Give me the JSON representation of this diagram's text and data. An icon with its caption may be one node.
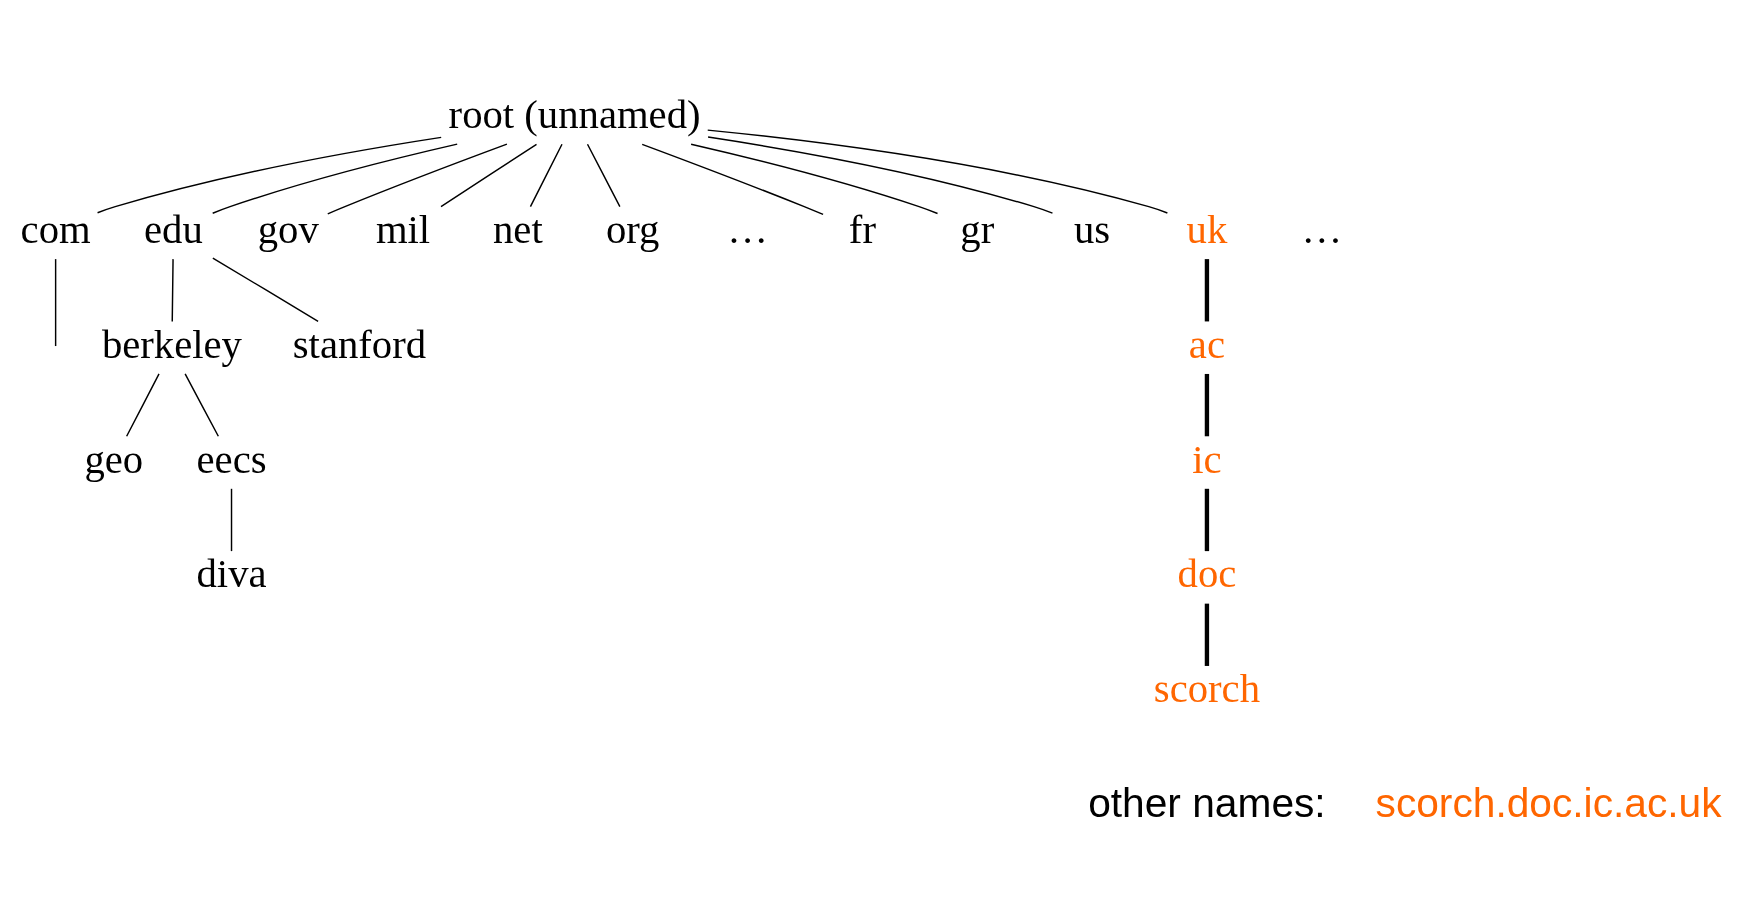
{
  "diagram": {
    "nodes": [
      {
        "text": [
          "root (unnamed)"
        ]
      },
      {
        "text": [
          "com"
        ]
      },
      {
        "text": [
          "edu"
        ]
      },
      {
        "text": [
          "gov"
        ]
      },
      {
        "text": [
          "mil"
        ]
      },
      {
        "text": [
          "net"
        ]
      },
      {
        "text": [
          "org"
        ]
      },
      {
        "text": [
          "fr"
        ]
      },
      {
        "text": [
          "gr"
        ]
      },
      {
        "text": [
          "us"
        ]
      },
      {
        "text": [
          "uk"
        ]
      },
      {
        "text": [
          "berkeley"
        ]
      },
      {
        "text": [
          "stanford"
        ]
      },
      {
        "text": [
          "geo"
        ]
      },
      {
        "text": [
          "eecs"
        ]
      },
      {
        "text": [
          "diva"
        ]
      },
      {
        "text": [
          "ac"
        ]
      },
      {
        "text": [
          "ic"
        ]
      },
      {
        "text": [
          "doc"
        ]
      },
      {
        "text": [
          "scorch"
        ]
      }
    ],
    "edges": [
      {
        "from": 0,
        "to": 1,
        "arrow": "none"
      },
      {
        "from": 0,
        "to": 2,
        "arrow": "none"
      },
      {
        "from": 0,
        "to": 3,
        "arrow": "none"
      },
      {
        "from": 0,
        "to": 4,
        "arrow": "none"
      },
      {
        "from": 0,
        "to": 5,
        "arrow": "none"
      },
      {
        "from": 0,
        "to": 6,
        "arrow": "none"
      },
      {
        "from": 0,
        "to": 7,
        "arrow": "none"
      },
      {
        "from": 0,
        "to": 8,
        "arrow": "none"
      },
      {
        "from": 0,
        "to": 9,
        "arrow": "none"
      },
      {
        "from": 0,
        "to": 10,
        "arrow": "none"
      },
      {
        "from": 1,
        "to": null,
        "arrow": "none"
      },
      {
        "from": 2,
        "to": 11,
        "arrow": "none"
      },
      {
        "from": 2,
        "to": 12,
        "arrow": "none"
      },
      {
        "from": 11,
        "to": 13,
        "arrow": "none"
      },
      {
        "from": 11,
        "to": 14,
        "arrow": "none"
      },
      {
        "from": 14,
        "to": 15,
        "arrow": "none"
      },
      {
        "from": 10,
        "to": 16,
        "arrow": "none",
        "style": "thick"
      },
      {
        "from": 16,
        "to": 17,
        "arrow": "none",
        "style": "thick"
      },
      {
        "from": 17,
        "to": 18,
        "arrow": "none",
        "style": "thick"
      },
      {
        "from": 18,
        "to": 19,
        "arrow": "none",
        "style": "thick"
      }
    ],
    "labels": [
      "…",
      "…",
      "other names:",
      "scorch.doc.ic.ac.uk"
    ]
  }
}
